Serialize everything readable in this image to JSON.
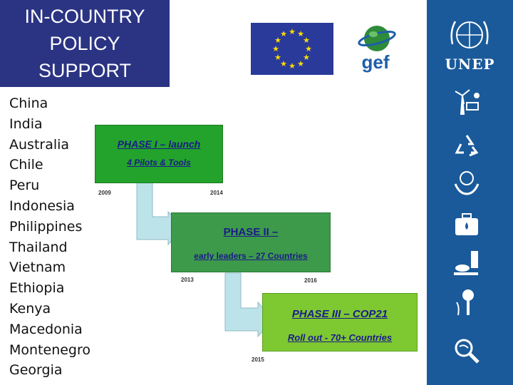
{
  "title": {
    "lines": [
      "IN-COUNTRY",
      "POLICY",
      "SUPPORT"
    ]
  },
  "countries": [
    "China",
    "India",
    "Australia",
    "Chile",
    "Peru",
    "Indonesia",
    "Philippines",
    "Thailand",
    "Vietnam",
    "Ethiopia",
    "Kenya",
    "Macedonia",
    "Montenegro",
    "Georgia"
  ],
  "logos": {
    "gef_text": "gef",
    "unep_text": "UNEP"
  },
  "phases": [
    {
      "title": "PHASE I – launch",
      "subtitle": "4 Pilots & Tools",
      "start_year": "2009",
      "end_year": "2014"
    },
    {
      "title": "PHASE II –",
      "subtitle": "early leaders – 27 Countries",
      "start_year": "2013",
      "end_year": "2016"
    },
    {
      "title": "PHASE III – COP21",
      "subtitle": "Roll out - 70+ Countries",
      "start_year": "2015",
      "end_year": ""
    }
  ],
  "colors": {
    "title_bg": "#2b3483",
    "sidebar_bg": "#1a5a9a",
    "phase1": "#23a32b",
    "phase2": "#3d9a4a",
    "phase3": "#7ec832",
    "arrow": "#bde3ea"
  },
  "sidebar_icons": [
    "wind-solar-energy-icon",
    "recycle-icon",
    "hands-globe-icon",
    "oil-briefcase-icon",
    "pollution-spill-icon",
    "tree-icon",
    "globe-magnifier-icon"
  ]
}
